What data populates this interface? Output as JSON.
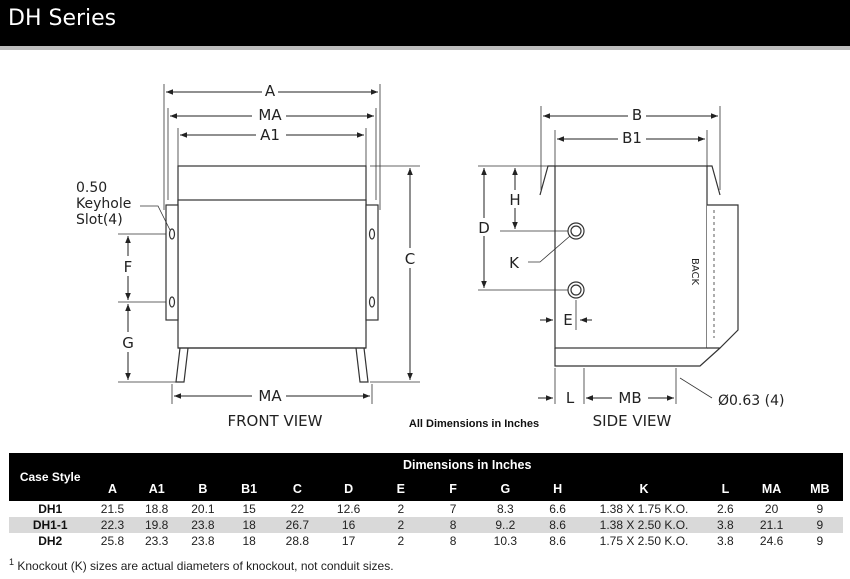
{
  "header": {
    "title": "DH Series"
  },
  "drawing": {
    "labels": {
      "A": "A",
      "MA": "MA",
      "A1": "A1",
      "C": "C",
      "F": "F",
      "G": "G",
      "keyhole_1": "0.50",
      "keyhole_2": "Keyhole",
      "keyhole_3": "Slot(4)",
      "B": "B",
      "B1": "B1",
      "H": "H",
      "D": "D",
      "K": "K",
      "E": "E",
      "L": "L",
      "MB": "MB",
      "back": "BACK",
      "knockout": "Ø0.63 (4)",
      "front_view": "FRONT VIEW",
      "side_view": "SIDE VIEW",
      "note": "All Dimensions in Inches"
    }
  },
  "table": {
    "case_style_header": "Case Style",
    "group_header": "Dimensions in Inches",
    "columns": [
      "A",
      "A1",
      "B",
      "B1",
      "C",
      "D",
      "E",
      "F",
      "G",
      "H",
      "K",
      "L",
      "MA",
      "MB"
    ],
    "rows": [
      {
        "case": "DH1",
        "values": [
          "21.5",
          "18.8",
          "20.1",
          "15",
          "22",
          "12.6",
          "2",
          "7",
          "8.3",
          "6.6",
          "1.38 X 1.75 K.O.",
          "2.6",
          "20",
          "9"
        ]
      },
      {
        "case": "DH1-1",
        "values": [
          "22.3",
          "19.8",
          "23.8",
          "18",
          "26.7",
          "16",
          "2",
          "8",
          "9..2",
          "8.6",
          "1.38 X 2.50 K.O.",
          "3.8",
          "21.1",
          "9"
        ]
      },
      {
        "case": "DH2",
        "values": [
          "25.8",
          "23.3",
          "23.8",
          "18",
          "28.8",
          "17",
          "2",
          "8",
          "10.3",
          "8.6",
          "1.75 X 2.50 K.O.",
          "3.8",
          "24.6",
          "9"
        ]
      }
    ]
  },
  "footnote": {
    "marker": "1",
    "text": "Knockout (K) sizes are actual diameters of knockout, not conduit sizes."
  }
}
